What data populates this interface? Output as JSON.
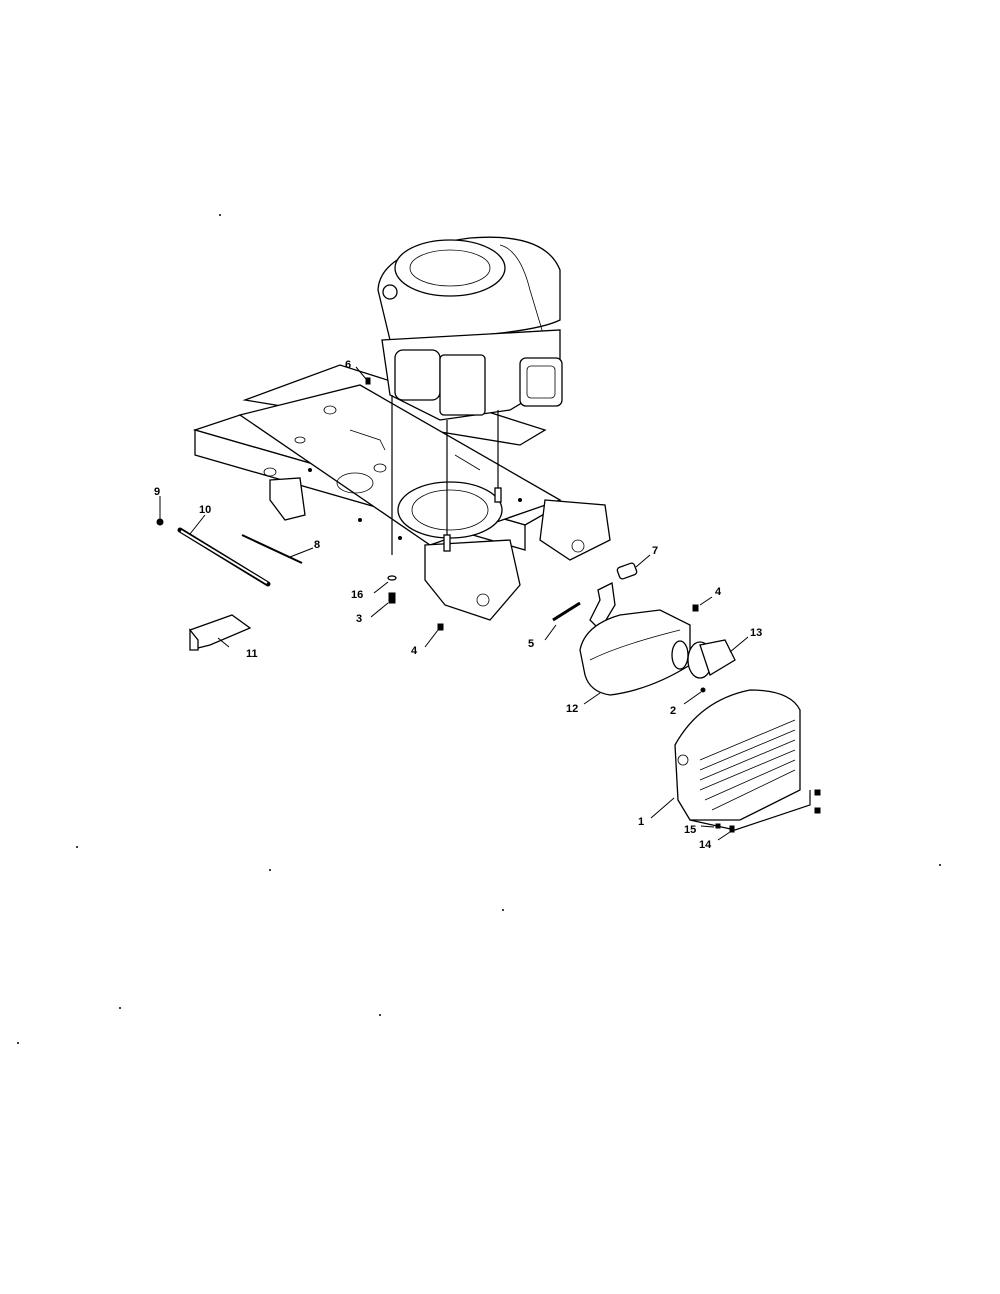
{
  "diagram": {
    "type": "exploded parts diagram",
    "callouts": [
      "1",
      "2",
      "3",
      "4",
      "4",
      "5",
      "6",
      "7",
      "8",
      "9",
      "10",
      "11",
      "12",
      "13",
      "14",
      "15",
      "16"
    ]
  }
}
